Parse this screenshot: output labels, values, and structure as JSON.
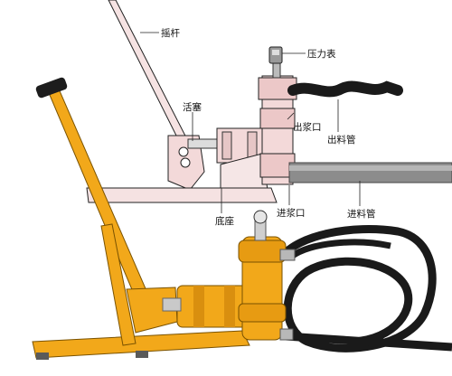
{
  "labels": {
    "handle": "摇杆",
    "gauge": "压力表",
    "piston": "活塞",
    "outlet": "出浆口",
    "outlet_pipe": "出料管",
    "inlet": "进浆口",
    "inlet_pipe": "进料管",
    "base": "底座"
  },
  "colors": {
    "pump_yellow": "#f2a81a",
    "hose_black": "#1a1a1a",
    "metal_gray": "#9a9a9a",
    "sketch_pink": "#f3d9d9",
    "line_dark": "#222222"
  },
  "icons": {
    "gauge": "pressure-gauge-icon",
    "handle": "lever-handle-icon"
  }
}
